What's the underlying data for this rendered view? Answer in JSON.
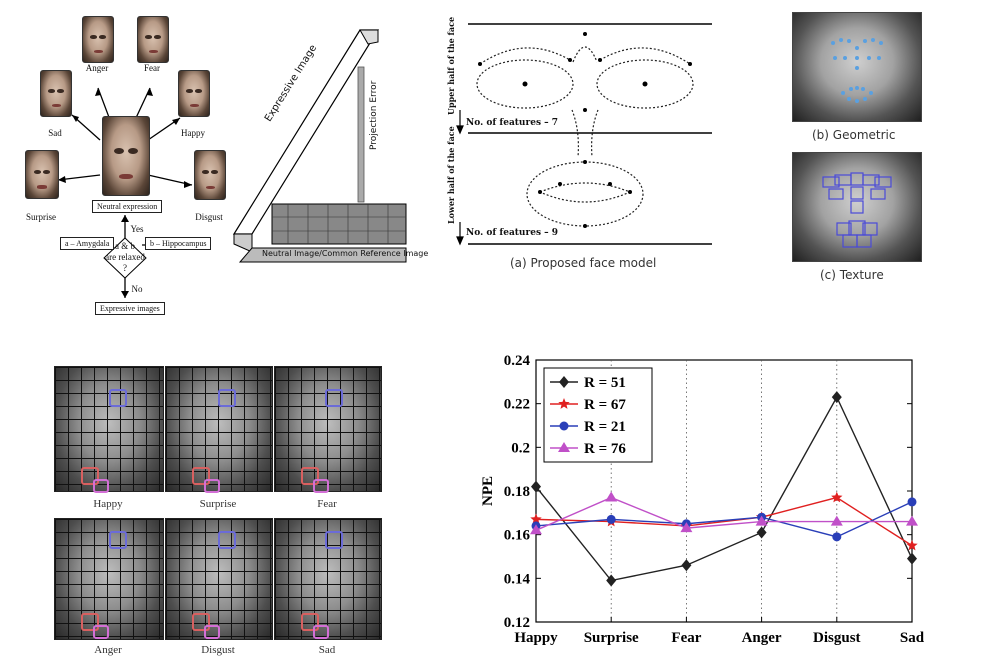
{
  "panel_a": {
    "center_label": "Neutral expression",
    "faces": [
      {
        "key": "anger",
        "label": "Anger"
      },
      {
        "key": "fear",
        "label": "Fear"
      },
      {
        "key": "sad",
        "label": "Sad"
      },
      {
        "key": "happy",
        "label": "Happy"
      },
      {
        "key": "surprise",
        "label": "Surprise"
      },
      {
        "key": "disgust",
        "label": "Disgust"
      }
    ],
    "box_amygdala": "a – Amygdala",
    "box_hippocampus": "b – Hippocampus",
    "decision_line1": "a & b",
    "decision_line2": "are relaxed",
    "decision_line3": "?",
    "yes_label": "Yes",
    "no_label": "No",
    "expressive_box": "Expressive images"
  },
  "panel_projection": {
    "expressive_label": "Expressive Image",
    "projection_label": "Projection Error",
    "base_label": "Neutral Image/Common Reference Image"
  },
  "face_model": {
    "upper_label": "Upper half of the face",
    "upper_features": "No. of features – 7",
    "lower_label": "Lower half of the face",
    "lower_features": "No. of features – 9",
    "caption": "(a)  Proposed face model"
  },
  "right_faces": {
    "geometric_caption": "(b)  Geometric",
    "texture_caption": "(c)  Texture"
  },
  "grid_faces": {
    "labels": [
      "Happy",
      "Surprise",
      "Fear",
      "Anger",
      "Disgust",
      "Sad"
    ]
  },
  "colors": {
    "r51": "#222222",
    "r67": "#e02020",
    "r21": "#2a3fb8",
    "r76": "#c050c8"
  },
  "chart_data": {
    "type": "line",
    "categories": [
      "Happy",
      "Surprise",
      "Fear",
      "Anger",
      "Disgust",
      "Sad"
    ],
    "ylabel": "NPE",
    "xlabel": "",
    "ylim": [
      0.12,
      0.24
    ],
    "yticks": [
      "0.12",
      "0.14",
      "0.16",
      "0.18",
      "0.2",
      "0.22",
      "0.24"
    ],
    "legend_position": "top-left",
    "grid": "vertical dotted",
    "series": [
      {
        "name": "R = 51",
        "marker": "diamond",
        "color": "#222222",
        "values": [
          0.182,
          0.139,
          0.146,
          0.161,
          0.223,
          0.149
        ]
      },
      {
        "name": "R = 67",
        "marker": "star",
        "color": "#e02020",
        "values": [
          0.167,
          0.166,
          0.164,
          0.168,
          0.177,
          0.155
        ]
      },
      {
        "name": "R = 21",
        "marker": "circle",
        "color": "#2a3fb8",
        "values": [
          0.164,
          0.167,
          0.165,
          0.168,
          0.159,
          0.175
        ]
      },
      {
        "name": "R = 76",
        "marker": "triangle",
        "color": "#c050c8",
        "values": [
          0.162,
          0.177,
          0.163,
          0.166,
          0.166,
          0.166
        ]
      }
    ]
  }
}
